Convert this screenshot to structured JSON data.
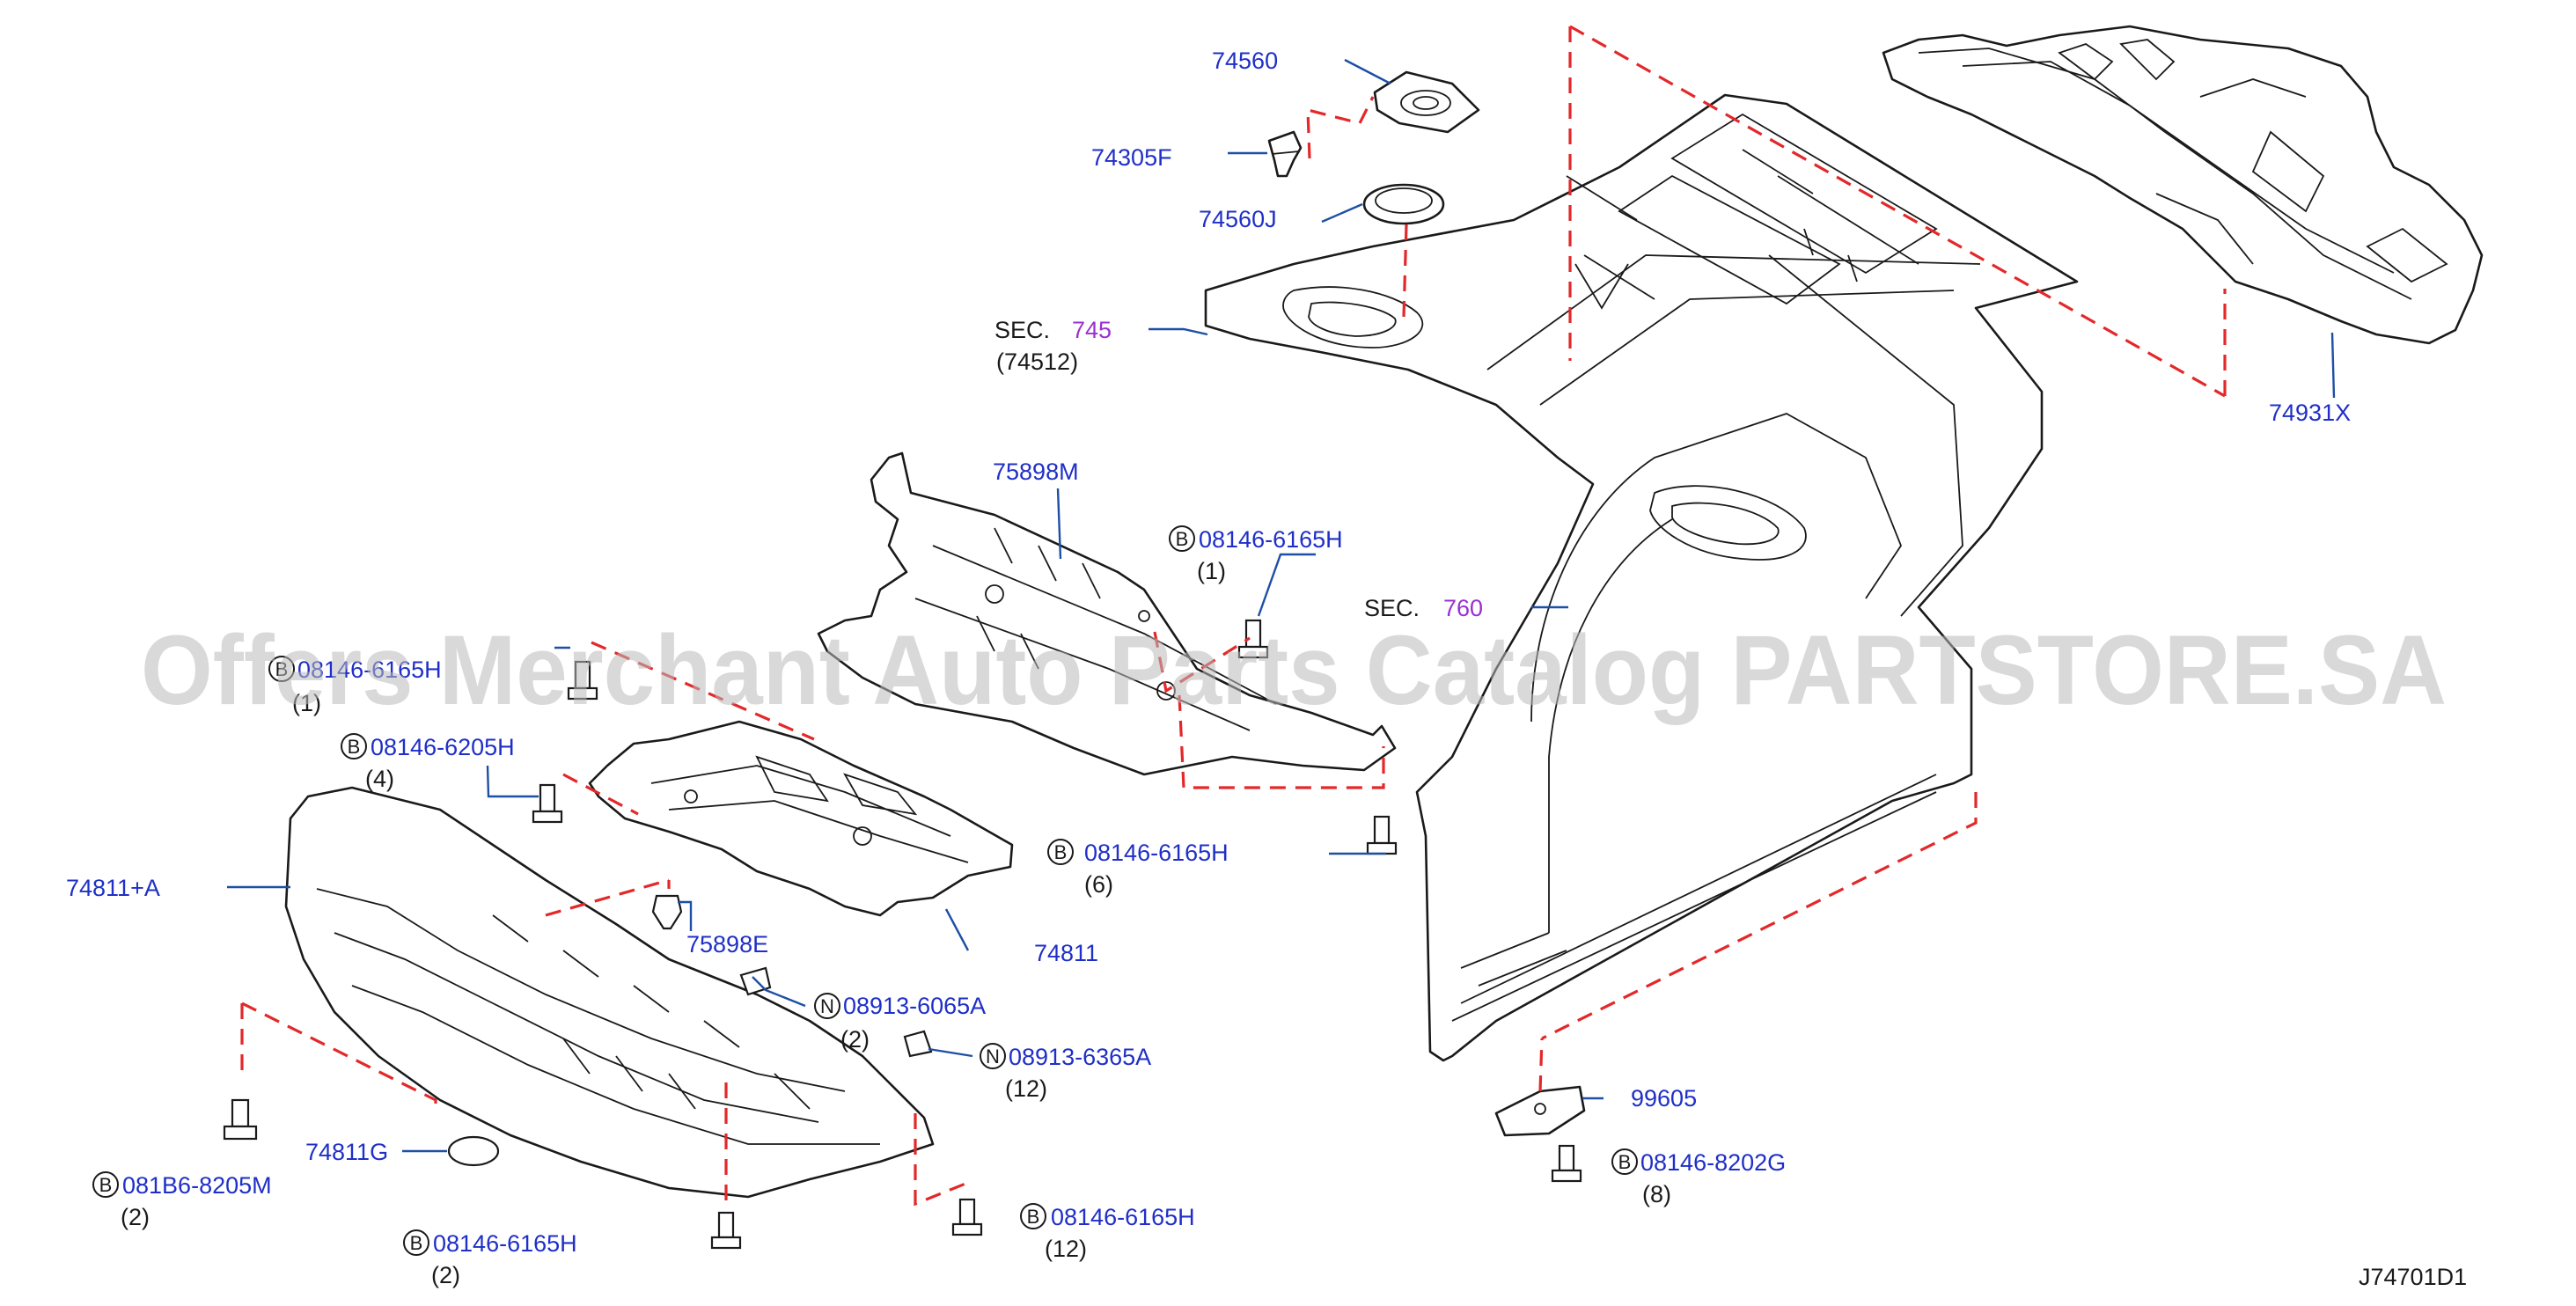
{
  "watermark": "Offers Merchant Auto Parts Catalog PARTSTORE.SA",
  "diagram_code": "J74701D1",
  "sections": {
    "sec745": {
      "prefix": "SEC.",
      "number": "745",
      "sub": "(74512)"
    },
    "sec760": {
      "prefix": "SEC.",
      "number": "760"
    }
  },
  "labels": {
    "p74560": "74560",
    "p74305F": "74305F",
    "p74560J": "74560J",
    "p74931X": "74931X",
    "p75898M": "75898M",
    "p75898E": "75898E",
    "p74811A": "74811+A",
    "p74811": "74811",
    "p74811G": "74811G",
    "p99605": "99605"
  },
  "fasteners": [
    {
      "id": "f1",
      "badge": "B",
      "code": "08146-6165H",
      "qty": "(1)"
    },
    {
      "id": "f2",
      "badge": "B",
      "code": "08146-6165H",
      "qty": "(1)"
    },
    {
      "id": "f3",
      "badge": "B",
      "code": "08146-6205H",
      "qty": "(4)"
    },
    {
      "id": "f4",
      "badge": "B",
      "code": "08146-6165H",
      "qty": "(6)"
    },
    {
      "id": "f5",
      "badge": "N",
      "code": "08913-6065A",
      "qty": "(2)"
    },
    {
      "id": "f6",
      "badge": "N",
      "code": "08913-6365A",
      "qty": "(12)"
    },
    {
      "id": "f7",
      "badge": "B",
      "code": "081B6-8205M",
      "qty": "(2)"
    },
    {
      "id": "f8",
      "badge": "B",
      "code": "08146-6165H",
      "qty": "(2)"
    },
    {
      "id": "f9",
      "badge": "B",
      "code": "08146-6165H",
      "qty": "(12)"
    },
    {
      "id": "f10",
      "badge": "B",
      "code": "08146-8202G",
      "qty": "(8)"
    }
  ],
  "colors": {
    "part_number": "#1f2fc8",
    "section_number": "#9b2fd0",
    "leader": "#1d4fa5",
    "dashed_line": "#e3282a",
    "outline": "#1a1a1a",
    "watermark": "#b9b9b9"
  }
}
